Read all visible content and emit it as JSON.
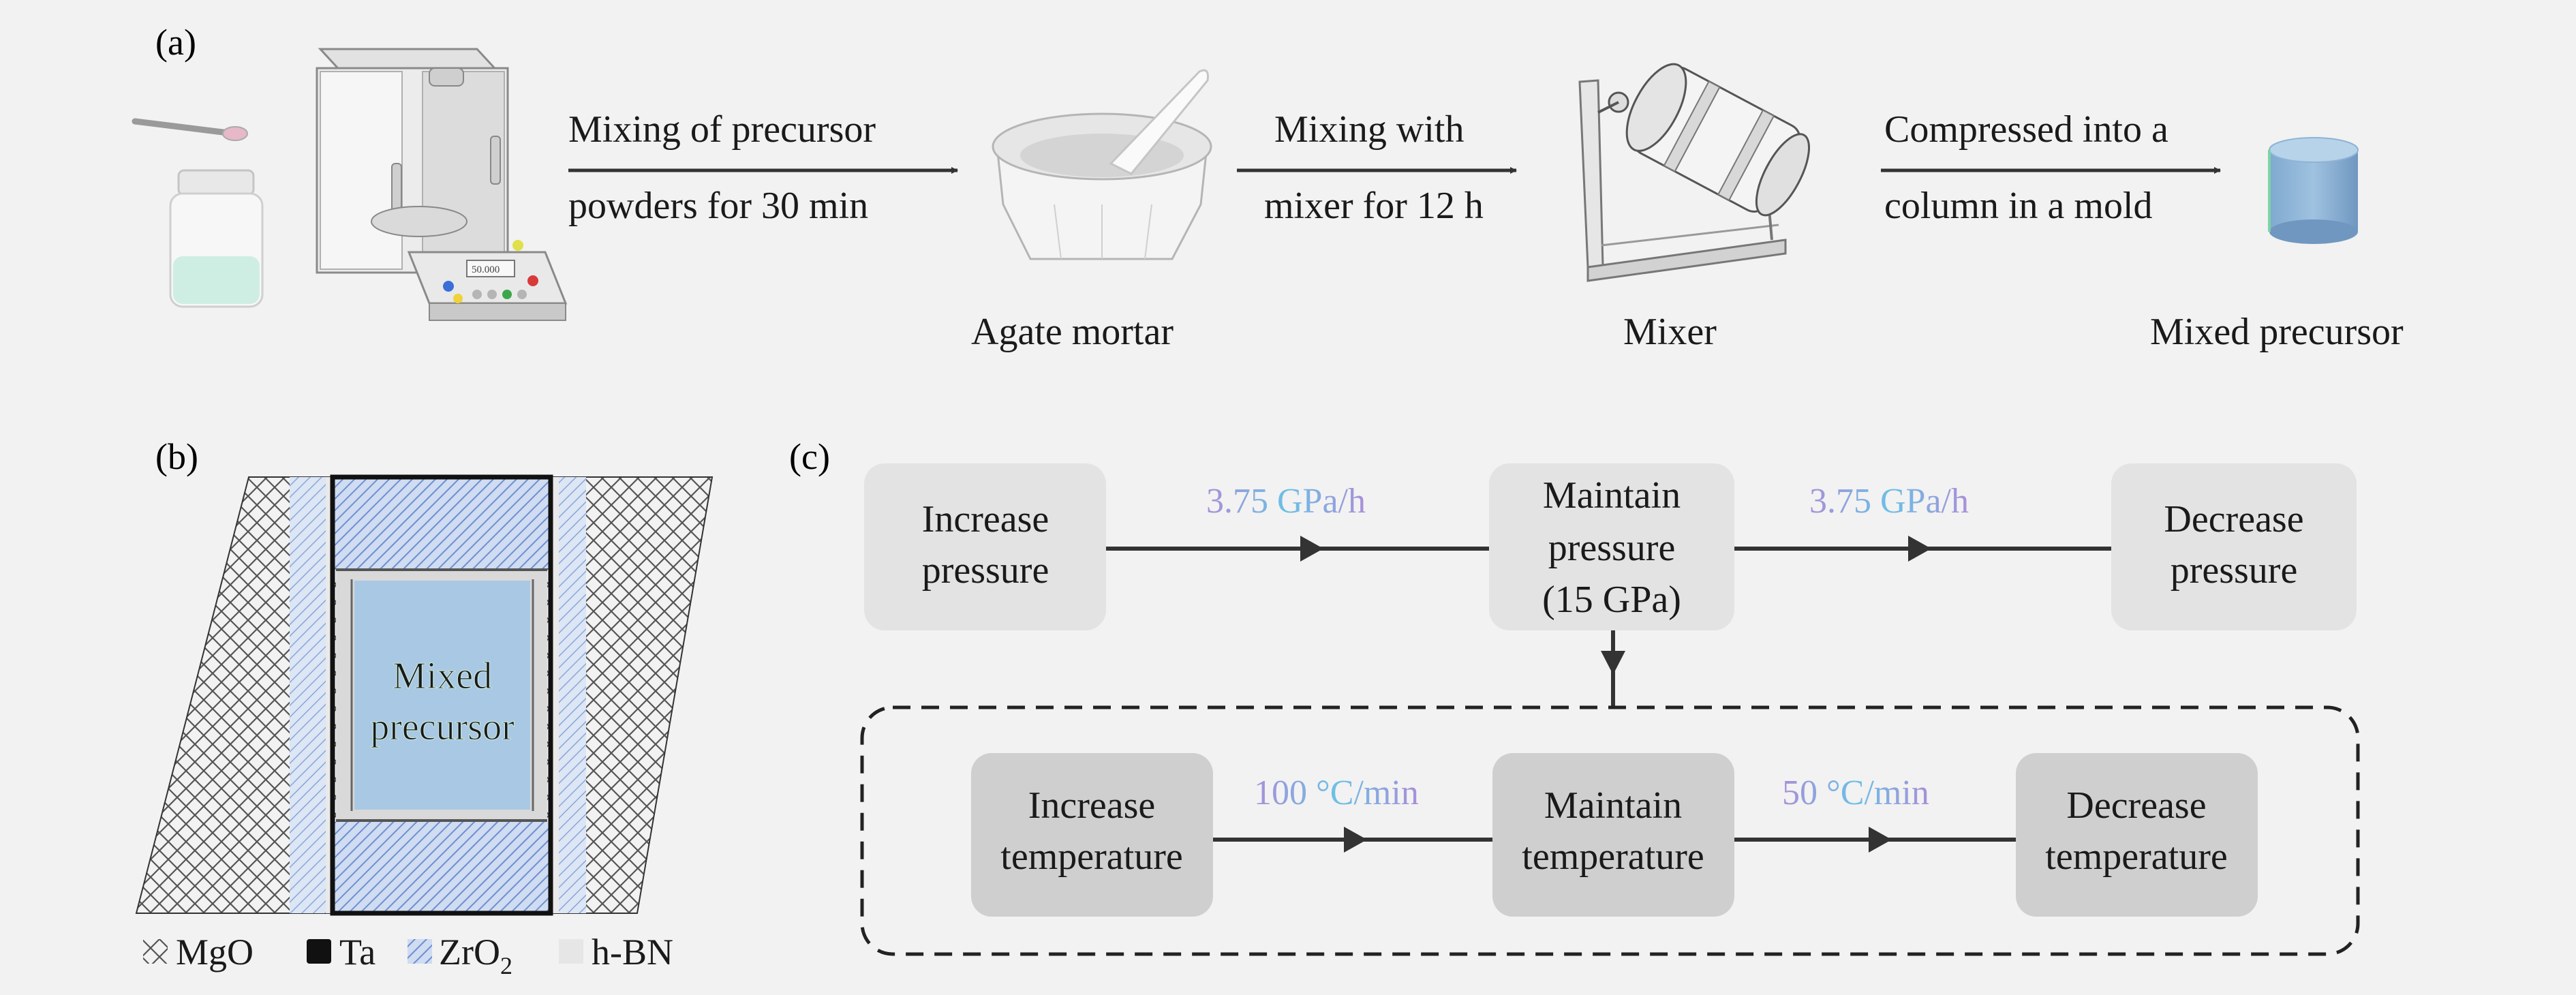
{
  "panel_a": {
    "label": "(a)",
    "step1_line1": "Mixing of precursor",
    "step1_line2": "powders for 30 min",
    "step2_line1": "Mixing with",
    "step2_line2": "mixer for 12 h",
    "step3_line1": "Compressed into a",
    "step3_line2": "column in a mold",
    "mortar_caption": "Agate mortar",
    "mixer_caption": "Mixer",
    "product_caption": "Mixed precursor",
    "balance_display": "50.000"
  },
  "panel_b": {
    "label": "(b)",
    "center_line1": "Mixed",
    "center_line2": "precursor",
    "legend": {
      "mgo": "MgO",
      "ta": "Ta",
      "zro2_base": "ZrO",
      "zro2_sub": "2",
      "hbn": "h-BN"
    }
  },
  "panel_c": {
    "label": "(c)",
    "p_increase_l1": "Increase",
    "p_increase_l2": "pressure",
    "p_maintain_l1": "Maintain",
    "p_maintain_l2": "pressure",
    "p_maintain_l3": "(15 GPa)",
    "p_decrease_l1": "Decrease",
    "p_decrease_l2": "pressure",
    "rate_p1": "3.75 GPa/h",
    "rate_p2": "3.75 GPa/h",
    "t_increase_l1": "Increase",
    "t_increase_l2": "temperature",
    "t_maintain_l1": "Maintain",
    "t_maintain_l2": "temperature",
    "t_decrease_l1": "Decrease",
    "t_decrease_l2": "temperature",
    "rate_t1": "100 °C/min",
    "rate_t2": "50 °C/min"
  },
  "colors": {
    "background": "#f2f2f2",
    "pressure_box": "#e3e3e3",
    "temperature_box": "#cfcfcf",
    "rate_text_start": "#a98fd8",
    "rate_text_end": "#6cc0e6",
    "precursor_blue": "#a9c8e3",
    "zro2_stripe": "#7f9fd6",
    "ta_black": "#111111"
  }
}
